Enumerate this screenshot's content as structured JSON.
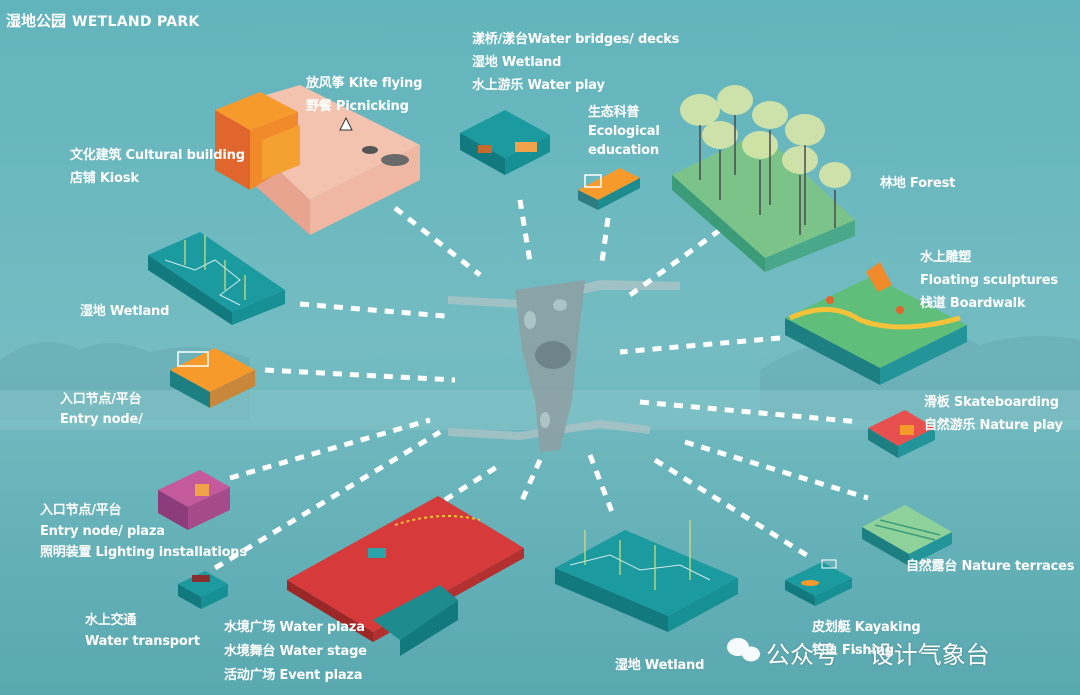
{
  "title": {
    "zh": "湿地公园",
    "en": "WETLAND PARK"
  },
  "labels": {
    "bridges": [
      "漾桥/漾台Water bridges/ decks",
      "湿地 Wetland",
      "水上游乐 Water play"
    ],
    "kite": [
      "放风筝 Kite flying",
      "野餐 Picnicking"
    ],
    "cultural": [
      "文化建筑 Cultural building",
      "店铺 Kiosk"
    ],
    "ecological": [
      "生态科普",
      "Ecological",
      "education"
    ],
    "forest": [
      "林地 Forest"
    ],
    "wetland_left": [
      "湿地 Wetland"
    ],
    "sculptures": [
      "水上雕塑",
      "Floating sculptures",
      "栈道 Boardwalk"
    ],
    "entry1": [
      "入口节点/平台",
      "Entry node/"
    ],
    "skate": [
      "滑板 Skateboarding",
      "自然游乐 Nature play"
    ],
    "entry2": [
      "入口节点/平台",
      "Entry node/ plaza",
      "照明装置 Lighting installations"
    ],
    "terraces": [
      "自然露台 Nature terraces"
    ],
    "transport": [
      "水上交通",
      "Water transport"
    ],
    "plaza": [
      "水境广场 Water plaza",
      "水境舞台 Water stage",
      "活动广场 Event plaza"
    ],
    "wetland_bottom": [
      "湿地  Wetland"
    ],
    "kayak": [
      "皮划艇 Kayaking",
      "钓鱼 Fishing"
    ]
  },
  "watermark": {
    "prefix": "公众号",
    "separator": "·",
    "name": "设计气象台"
  },
  "colors": {
    "background": "#5fb0b8",
    "teal": "#1e8b8f",
    "red": "#d63a3a",
    "orange": "#f28c28",
    "green": "#7cc38a",
    "white": "#ffffff"
  }
}
